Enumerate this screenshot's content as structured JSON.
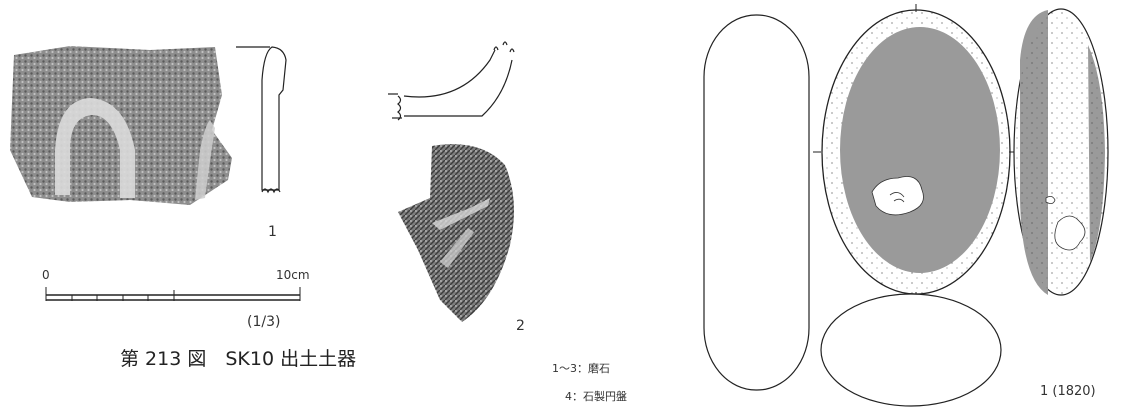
{
  "figure": {
    "caption": "第 213 図　SK10 出土土器"
  },
  "scale_bar": {
    "start_label": "0",
    "end_label": "10cm",
    "ratio_label": "(1/3)"
  },
  "artifacts": [
    {
      "number": "1"
    },
    {
      "number": "2"
    }
  ],
  "legend": {
    "line1": "1〜3：磨石",
    "line2": "4：石製円盤"
  },
  "stone_label": "1 (1820)"
}
